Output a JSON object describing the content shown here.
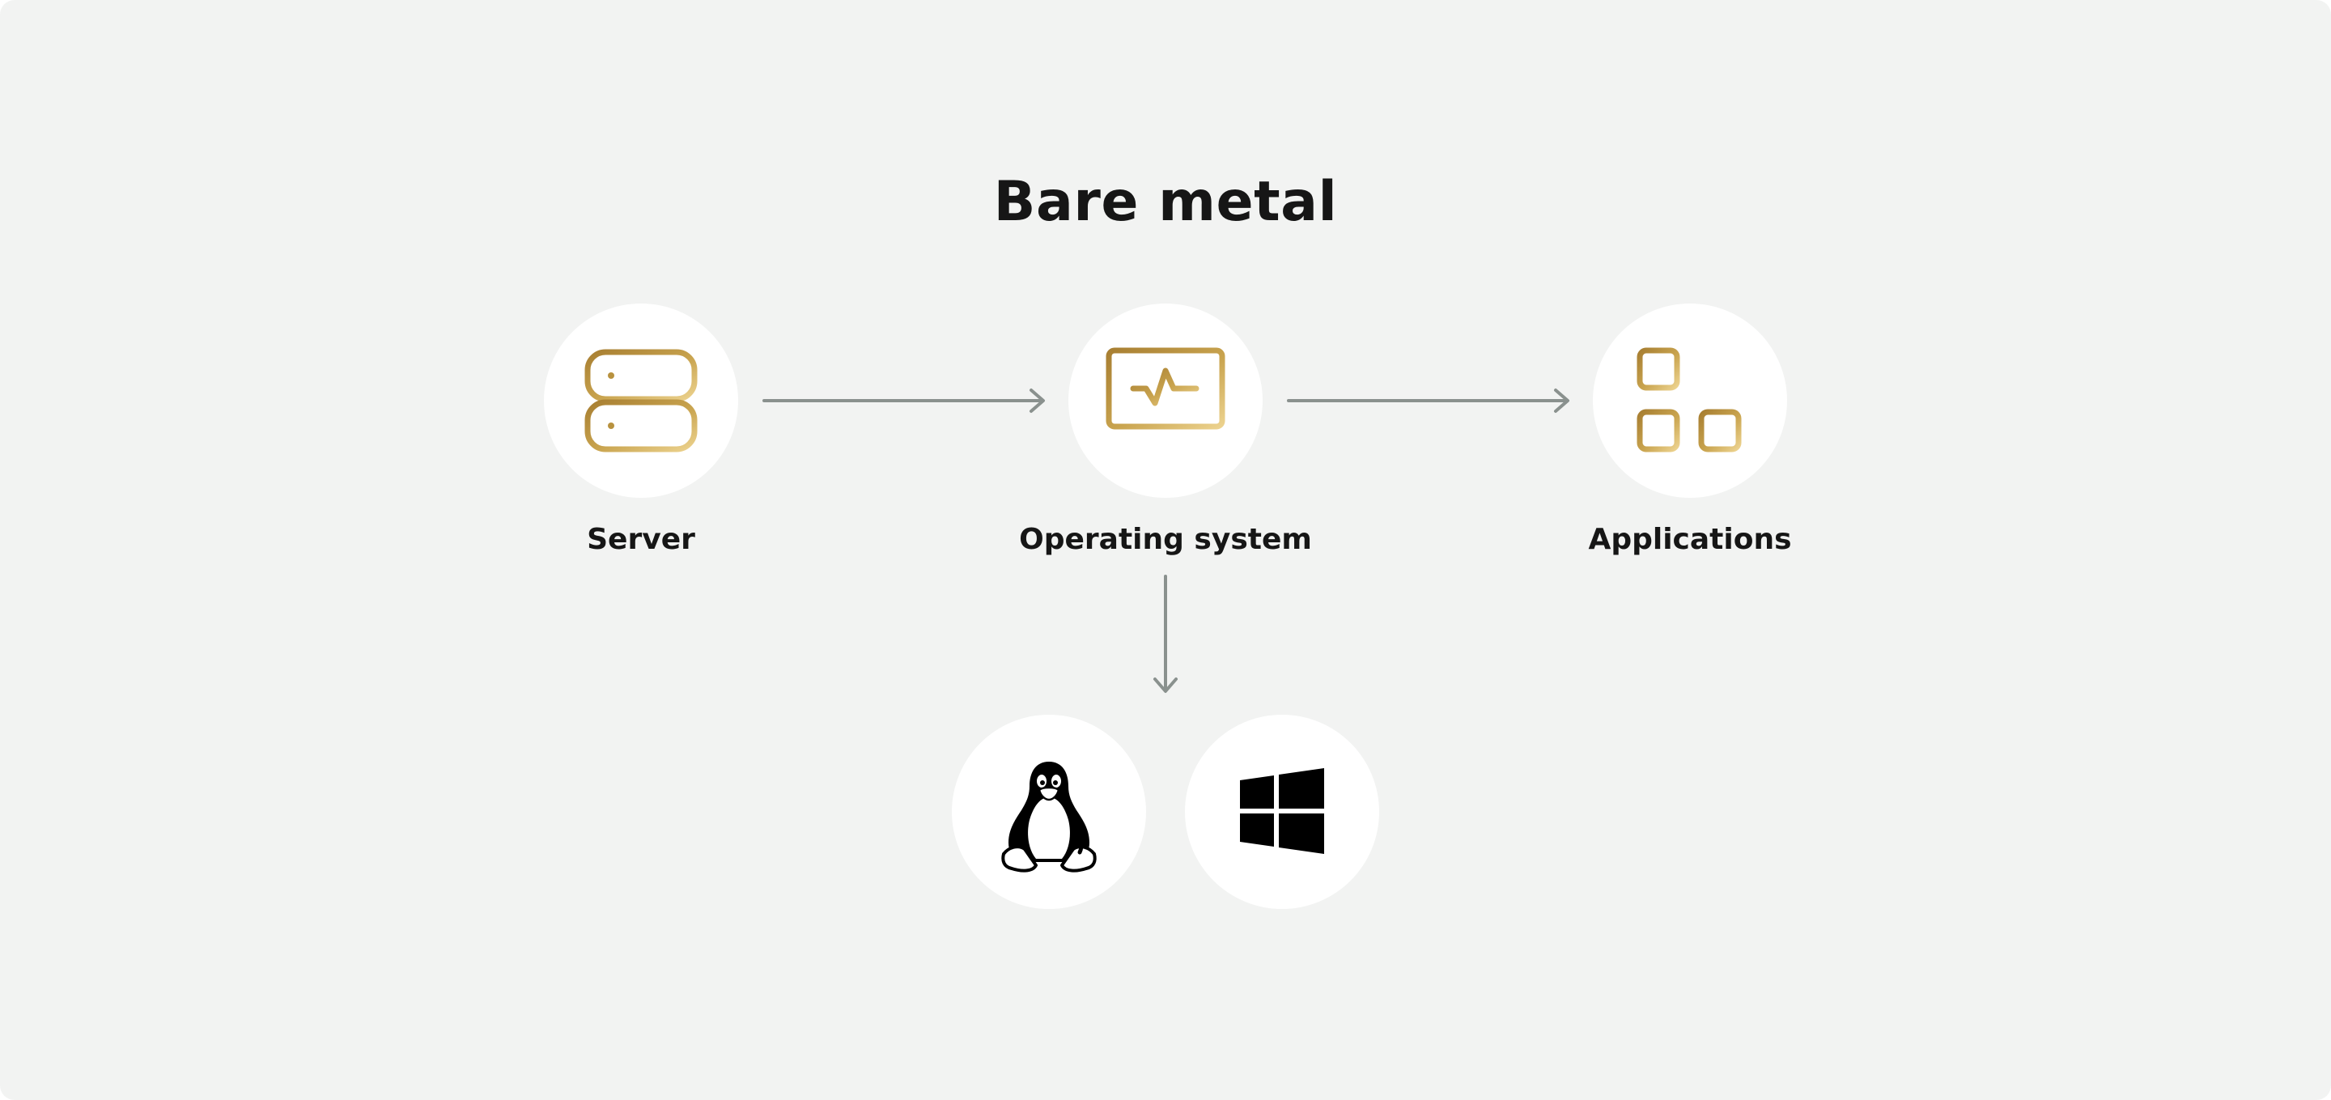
{
  "diagram": {
    "title": "Bare metal",
    "nodes": [
      {
        "id": "server",
        "label": "Server",
        "icon": "server-icon"
      },
      {
        "id": "os",
        "label": "Operating system",
        "icon": "monitor-pulse-icon"
      },
      {
        "id": "apps",
        "label": "Applications",
        "icon": "apps-grid-icon"
      },
      {
        "id": "linux",
        "label": "",
        "icon": "linux-tux-icon"
      },
      {
        "id": "windows",
        "label": "",
        "icon": "windows-logo-icon"
      }
    ],
    "edges": [
      {
        "from": "server",
        "to": "os"
      },
      {
        "from": "os",
        "to": "apps"
      },
      {
        "from": "os",
        "to": "linux-windows"
      }
    ]
  },
  "colors": {
    "background": "#f2f3f2",
    "node_fill": "#ffffff",
    "icon_gold_dark": "#b08a3a",
    "icon_gold_light": "#e6c87e",
    "arrow": "#8a918e",
    "text": "#161616",
    "logo": "#000000"
  }
}
